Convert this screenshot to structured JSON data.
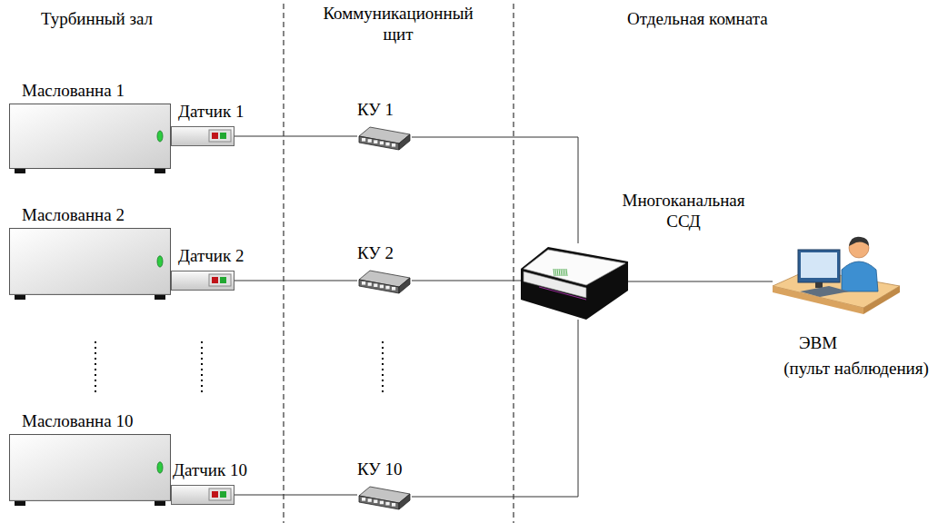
{
  "diagram": {
    "nodes": [
      {
        "text": [
          "Маслованна 1"
        ]
      },
      {
        "text": [
          "Датчик 1"
        ]
      },
      {
        "text": [
          "КУ 1"
        ]
      },
      {
        "text": [
          "Маслованна 2"
        ]
      },
      {
        "text": [
          "Датчик 2"
        ]
      },
      {
        "text": [
          "КУ 2"
        ]
      },
      {
        "text": [
          "Маслованна 10"
        ]
      },
      {
        "text": [
          "Датчик 10"
        ]
      },
      {
        "text": [
          "КУ 10"
        ]
      },
      {
        "text": [
          "Многоканальная ССД"
        ]
      },
      {
        "text": [
          "ЭВМ",
          "(пульт наблюдения)"
        ]
      }
    ],
    "edges": [
      {
        "from": 1,
        "to": 2,
        "arrow": "none"
      },
      {
        "from": 2,
        "to": 9,
        "arrow": "none"
      },
      {
        "from": 4,
        "to": 5,
        "arrow": "none"
      },
      {
        "from": 5,
        "to": 9,
        "arrow": "none"
      },
      {
        "from": 7,
        "to": 8,
        "arrow": "none"
      },
      {
        "from": 8,
        "to": 9,
        "arrow": "none"
      },
      {
        "from": 9,
        "to": 10,
        "arrow": "none"
      }
    ],
    "labels": [
      "Турбинный зал",
      "Коммуникационный щит",
      "Отдельная комната"
    ]
  }
}
